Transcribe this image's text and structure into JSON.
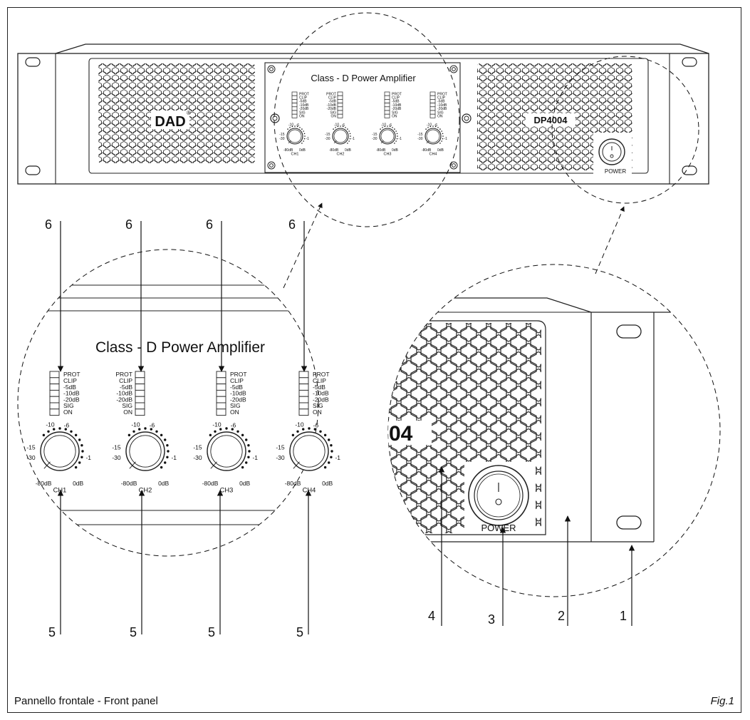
{
  "rack": {
    "brand": "DAD",
    "brand_reg": "®",
    "model": "DP4004",
    "panel_title": "Class - D Power Amplifier",
    "power_label": "POWER"
  },
  "meter_labels": [
    "PROT",
    "CLIP",
    "-5dB",
    "-10dB",
    "-20dB",
    "SIG",
    "ON"
  ],
  "knob_scale": [
    "-10",
    "-6",
    "-15",
    "-30",
    "-1",
    "-80dB",
    "0dB"
  ],
  "channels": [
    "CH1",
    "CH2",
    "CH3",
    "CH4"
  ],
  "detail": {
    "model_partial": "04",
    "power_label": "POWER"
  },
  "callouts": {
    "top": [
      "6",
      "6",
      "6",
      "6"
    ],
    "bottom": [
      "5",
      "5",
      "5",
      "5"
    ],
    "numbered": [
      "4",
      "3",
      "2",
      "1"
    ]
  },
  "caption": {
    "left": "Pannello frontale - Front panel",
    "right": "Fig.1"
  }
}
